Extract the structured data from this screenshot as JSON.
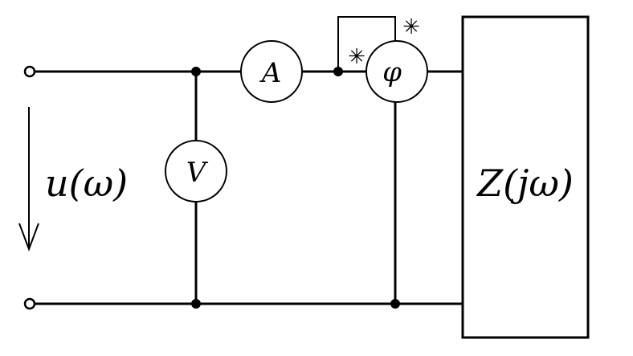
{
  "source_label": "u(ω)",
  "load_label": "Z(jω)",
  "meters": {
    "ammeter": "A",
    "voltmeter": "V",
    "phase_meter": "φ"
  },
  "polarity_marks": {
    "current_coil": "✳",
    "voltage_coil": "✳"
  }
}
